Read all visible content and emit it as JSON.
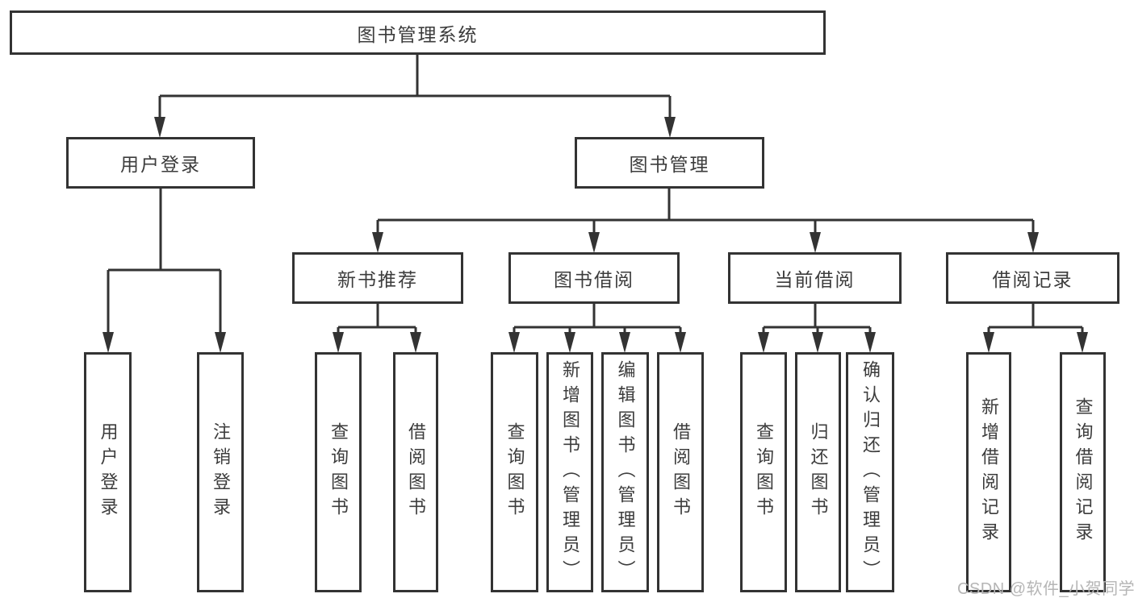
{
  "tree": {
    "label": "图书管理系统",
    "children": [
      {
        "label": "用户登录",
        "children": [
          {
            "label": "用户登录"
          },
          {
            "label": "注销登录"
          }
        ]
      },
      {
        "label": "图书管理",
        "children": [
          {
            "label": "新书推荐",
            "children": [
              {
                "label": "查询图书"
              },
              {
                "label": "借阅图书"
              }
            ]
          },
          {
            "label": "图书借阅",
            "children": [
              {
                "label": "查询图书"
              },
              {
                "label": "新增图书（管理员）"
              },
              {
                "label": "编辑图书（管理员）"
              },
              {
                "label": "借阅图书"
              }
            ]
          },
          {
            "label": "当前借阅",
            "children": [
              {
                "label": "查询图书"
              },
              {
                "label": "归还图书"
              },
              {
                "label": "确认归还（管理员）"
              }
            ]
          },
          {
            "label": "借阅记录",
            "children": [
              {
                "label": "新增借阅记录"
              },
              {
                "label": "查询借阅记录"
              }
            ]
          }
        ]
      }
    ]
  },
  "watermark": "CSDN @软件_小贺同学",
  "colors": {
    "line": "#333333",
    "text": "#3c3c3c",
    "watermark": "#b5b5b5",
    "background": "#ffffff"
  }
}
